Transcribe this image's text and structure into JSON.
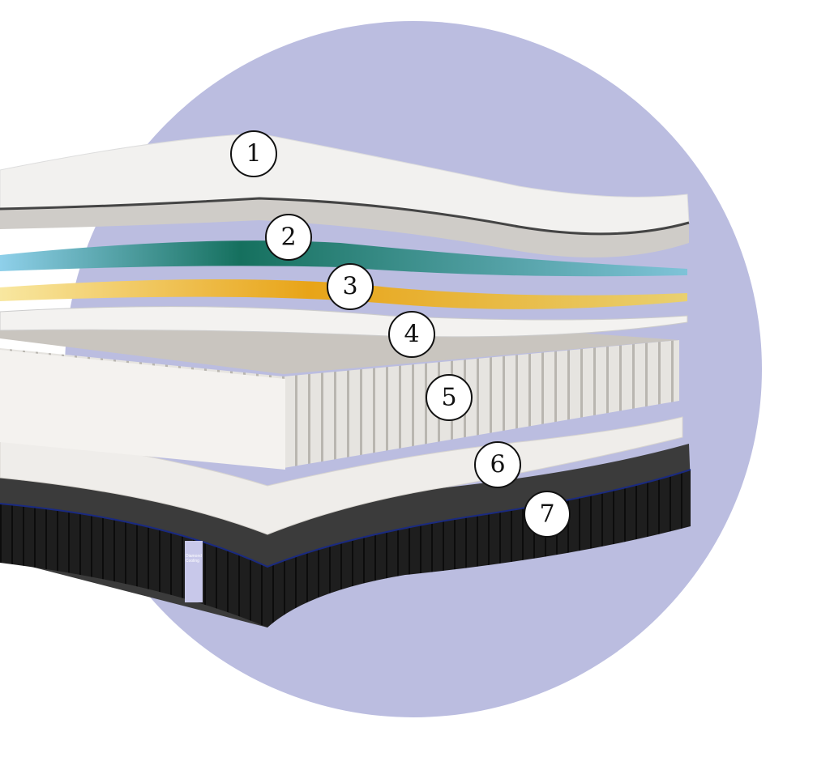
{
  "colors": {
    "background_circle": "#bbbde0",
    "comfort_layer_top": "#f1f0ee",
    "cooling_gel_layer": "#1f7a6a",
    "yellow_foam_layer": "#f0c640",
    "springs_layer": "#e8e6e2",
    "base_layer": "#222222"
  },
  "callouts": [
    {
      "label": "1"
    },
    {
      "label": "2"
    },
    {
      "label": "3"
    },
    {
      "label": "4"
    },
    {
      "label": "5"
    },
    {
      "label": "6"
    },
    {
      "label": "7"
    }
  ],
  "tag": {
    "text": "Diamond Cooling"
  }
}
